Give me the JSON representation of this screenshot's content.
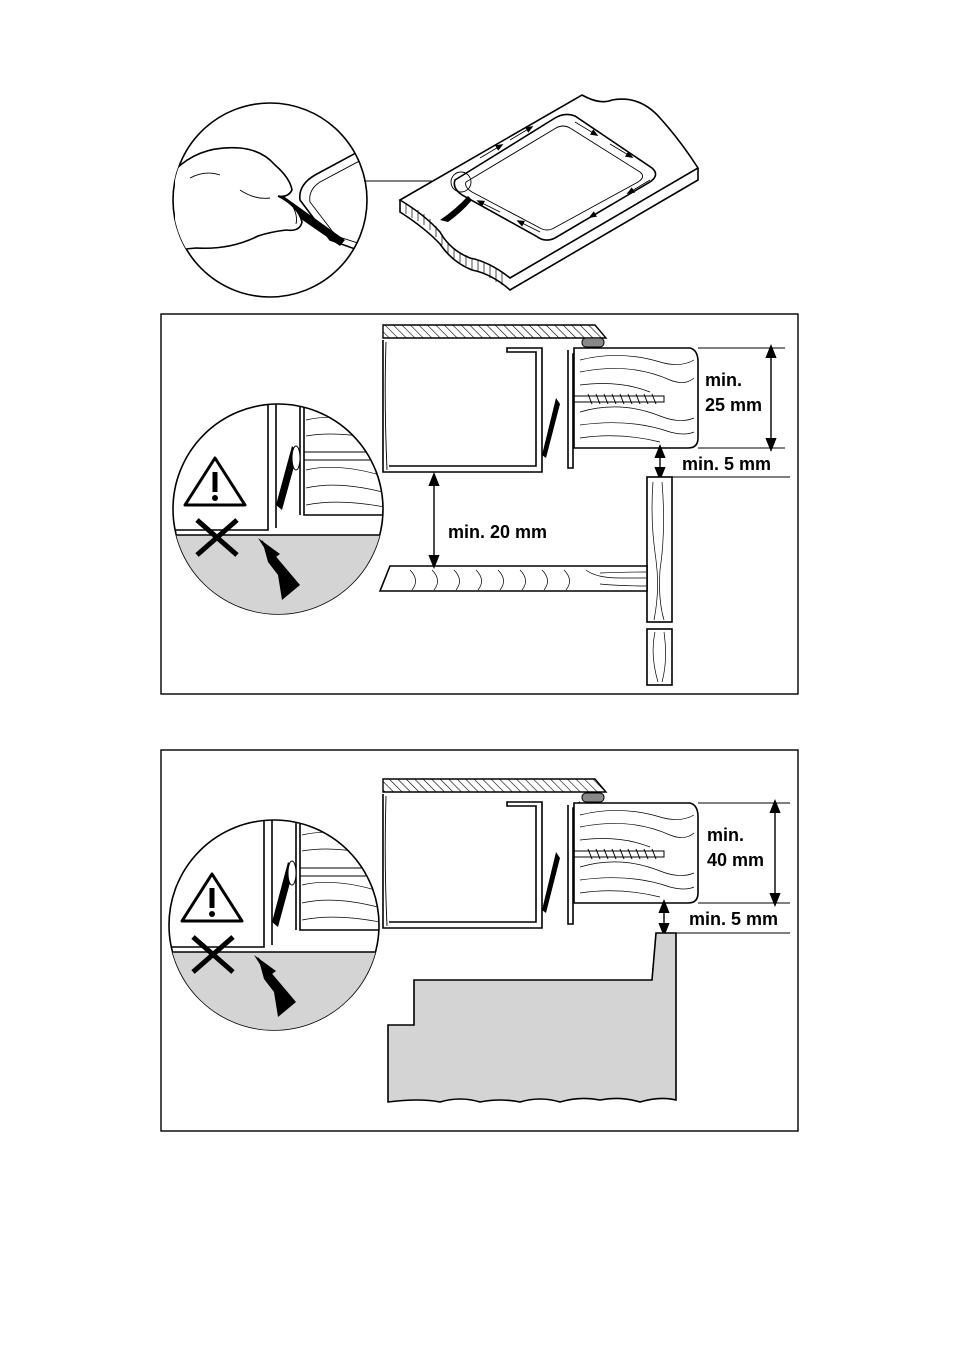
{
  "figures": [
    {
      "id": "sealing",
      "description_icons": [
        "hand-icon",
        "scraper-icon",
        "seal-arrow-icon"
      ]
    },
    {
      "id": "installation-a",
      "labels": {
        "worktop_thickness_line1": "min.",
        "worktop_thickness_line2": "25 mm",
        "gap_below_worktop": "min. 5 mm",
        "gap_to_shelf": "min. 20 mm"
      }
    },
    {
      "id": "installation-b",
      "labels": {
        "worktop_thickness_line1": "min.",
        "worktop_thickness_line2": "40 mm",
        "gap_below_worktop": "min. 5 mm"
      }
    }
  ],
  "colors": {
    "line": "#000000",
    "fill_grey": "#d4d4d4",
    "background": "#ffffff"
  }
}
